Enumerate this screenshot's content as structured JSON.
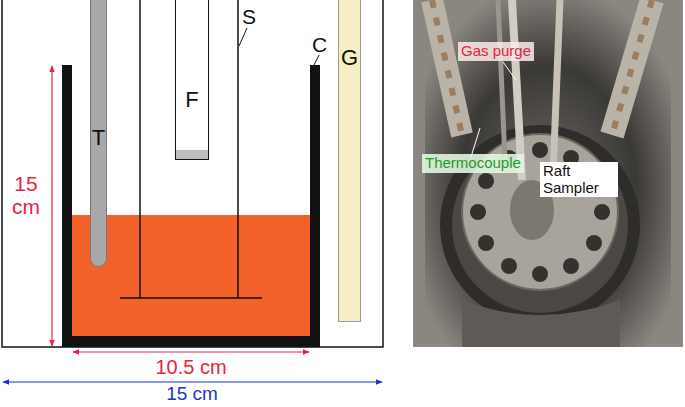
{
  "diagram": {
    "nodes": [
      {
        "text": [
          "T"
        ]
      },
      {
        "text": [
          "F"
        ]
      },
      {
        "text": [
          "G"
        ]
      }
    ],
    "labels": [
      "S",
      "C",
      "15 cm",
      "10.5 cm",
      "15 cm",
      "Gas purge",
      "Thermocouple",
      "Raft Sampler"
    ]
  }
}
